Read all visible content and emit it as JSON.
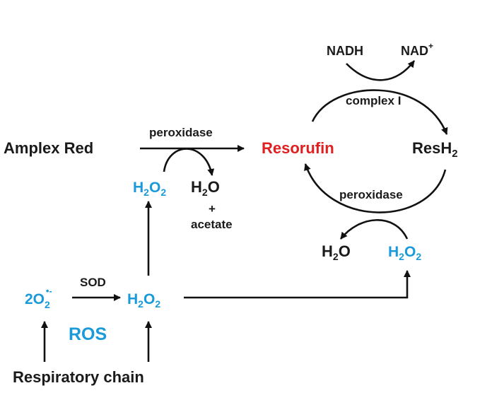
{
  "colors": {
    "text": "#1a1a1a",
    "accent_blue": "#1a9ad9",
    "accent_red": "#e02020"
  },
  "labels": {
    "amplex_red": "Amplex Red",
    "peroxidase_top": "peroxidase",
    "resorufin": "Resorufin",
    "resh2_main": "ResH",
    "resh2_sub": "2",
    "nadh": "NADH",
    "nad_main": "NAD",
    "nad_sup": "+",
    "complex_i": "complex I",
    "peroxidase_cycle": "peroxidase",
    "h2o2_a_h": "H",
    "h2o2_a_2": "2",
    "h2o2_a_o": "O",
    "h2o2_a_2b": "2",
    "h2o_a_h": "H",
    "h2o_a_2": "2",
    "h2o_a_o": "O",
    "plus": "+",
    "acetate": "acetate",
    "h2o_b_h": "H",
    "h2o_b_2": "2",
    "h2o_b_o": "O",
    "h2o2_b_h": "H",
    "h2o2_b_2": "2",
    "h2o2_b_o": "O",
    "h2o2_b_2b": "2",
    "superoxide_main": "2O",
    "superoxide_sub": "2",
    "superoxide_sup": "•-",
    "sod": "SOD",
    "h2o2_c_h": "H",
    "h2o2_c_2": "2",
    "h2o2_c_o": "O",
    "h2o2_c_2b": "2",
    "ros": "ROS",
    "respiratory_chain": "Respiratory chain"
  }
}
